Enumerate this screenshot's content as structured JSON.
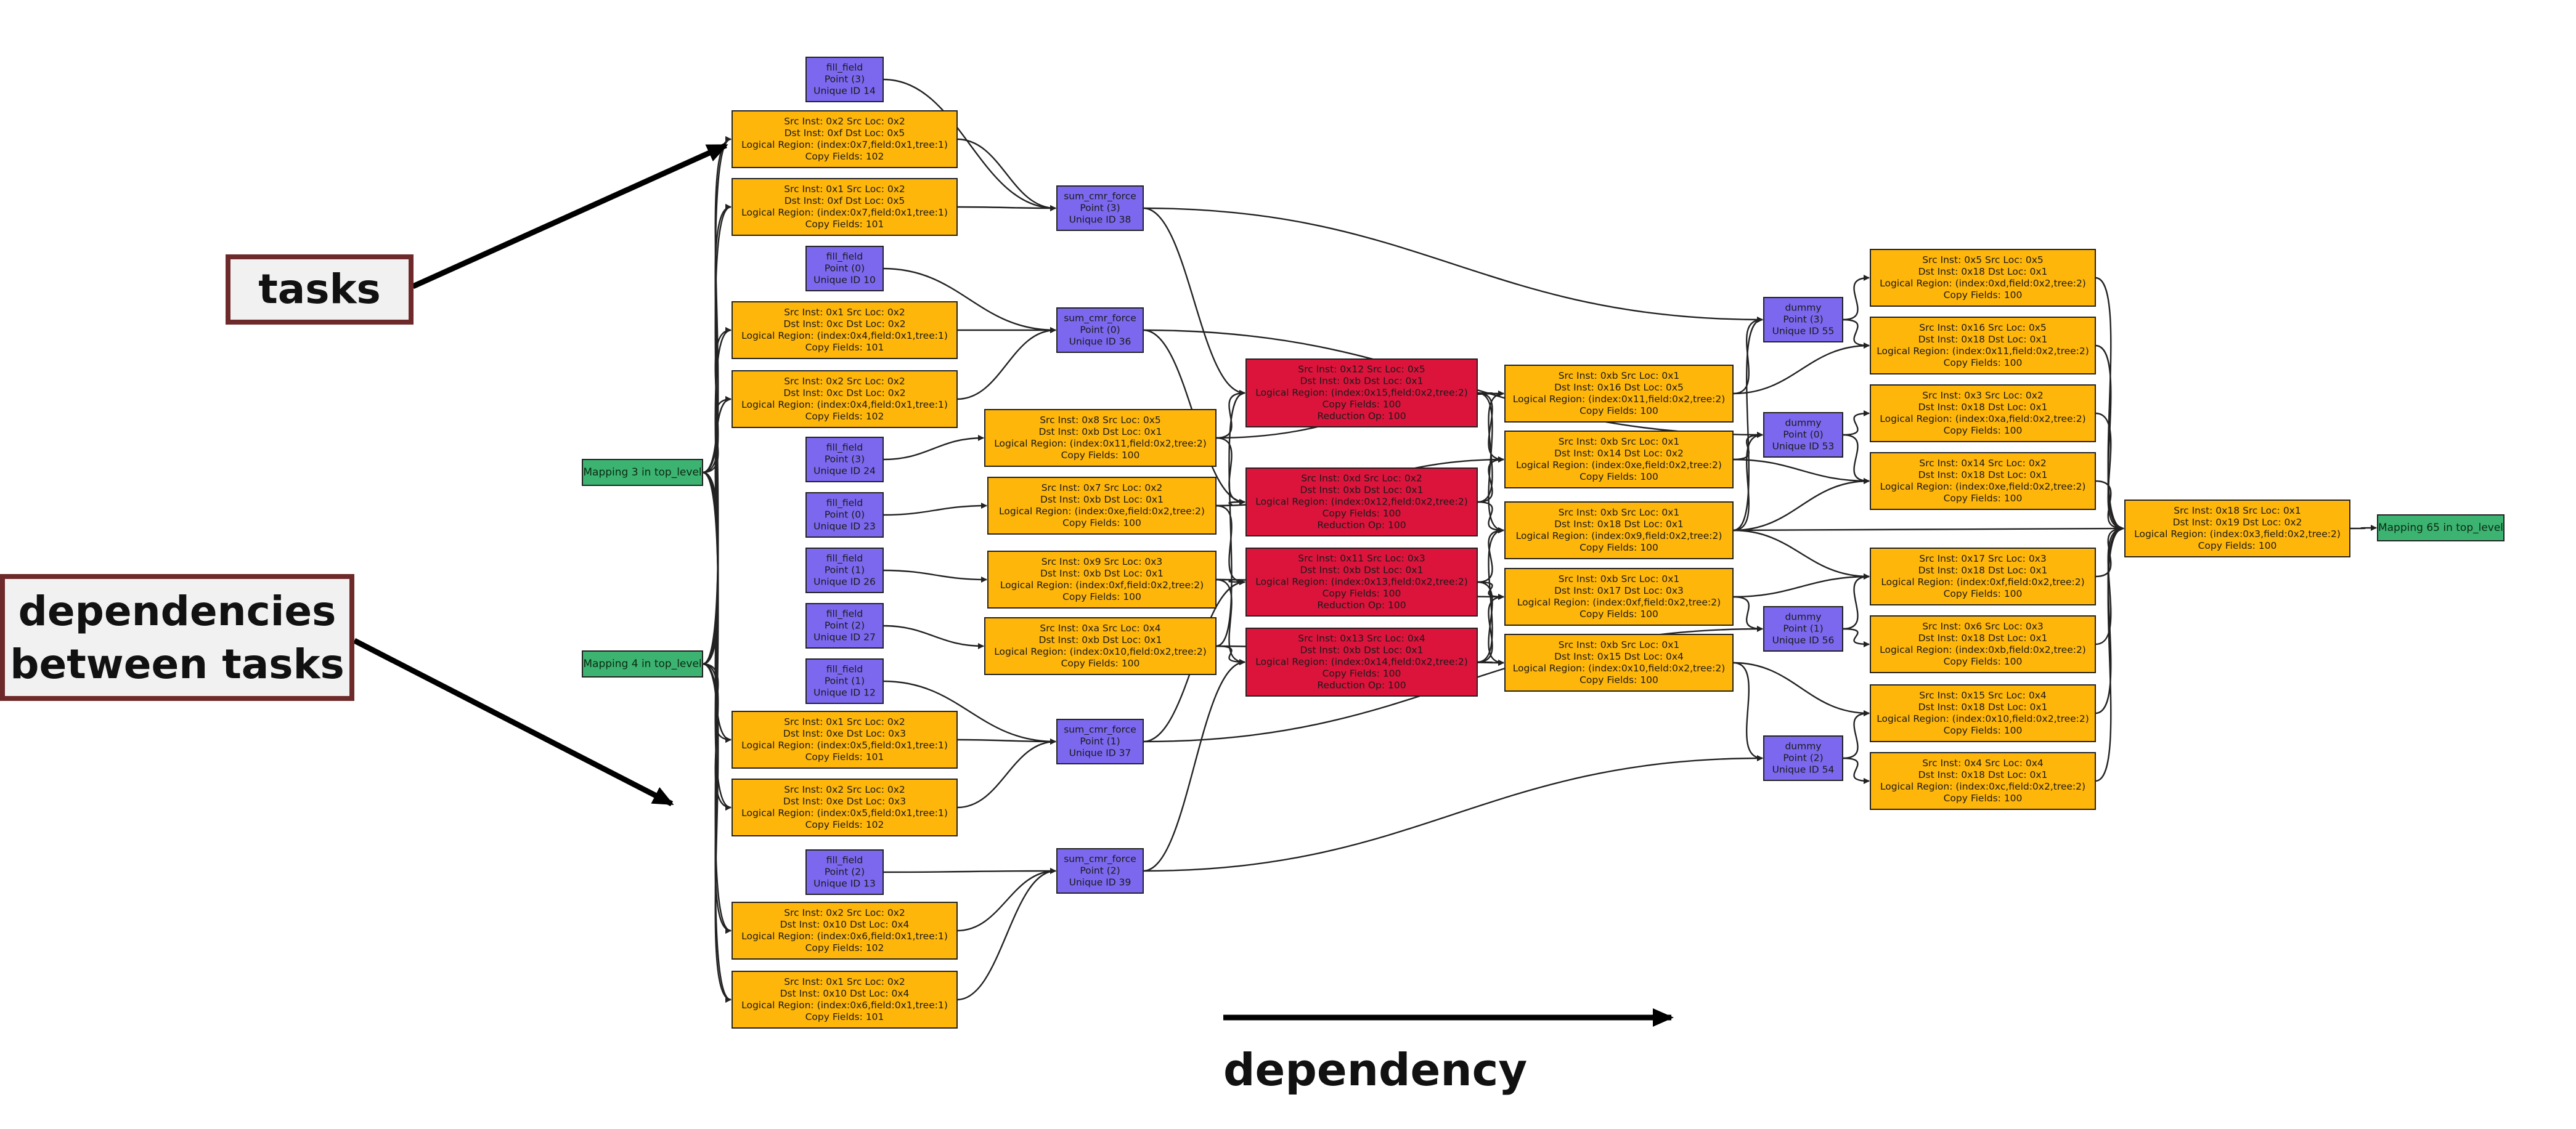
{
  "colors": {
    "task": "#7b68ee",
    "copy": "#ffb60a",
    "reduction": "#dc143c",
    "mapping": "#3cb371",
    "edge": "#222222",
    "callout_border": "#6e2a2a",
    "callout_bg": "#f1f1f1"
  },
  "annotations": {
    "tasks": "tasks",
    "dependencies_line1": "dependencies",
    "dependencies_line2": "between tasks",
    "dependency": "dependency"
  },
  "nodes": [
    {
      "id": "m3",
      "kind": "mapping",
      "lines": [
        "Mapping 3 in top_level"
      ]
    },
    {
      "id": "m4",
      "kind": "mapping",
      "lines": [
        "Mapping 4 in top_level"
      ]
    },
    {
      "id": "m65",
      "kind": "mapping",
      "lines": [
        "Mapping 65 in top_level"
      ]
    },
    {
      "id": "ff14",
      "kind": "task",
      "lines": [
        "fill_field",
        "Point (3)",
        "Unique ID 14"
      ]
    },
    {
      "id": "ff10",
      "kind": "task",
      "lines": [
        "fill_field",
        "Point (0)",
        "Unique ID 10"
      ]
    },
    {
      "id": "ff24",
      "kind": "task",
      "lines": [
        "fill_field",
        "Point (3)",
        "Unique ID 24"
      ]
    },
    {
      "id": "ff23",
      "kind": "task",
      "lines": [
        "fill_field",
        "Point (0)",
        "Unique ID 23"
      ]
    },
    {
      "id": "ff26",
      "kind": "task",
      "lines": [
        "fill_field",
        "Point (1)",
        "Unique ID 26"
      ]
    },
    {
      "id": "ff27",
      "kind": "task",
      "lines": [
        "fill_field",
        "Point (2)",
        "Unique ID 27"
      ]
    },
    {
      "id": "ff12",
      "kind": "task",
      "lines": [
        "fill_field",
        "Point (1)",
        "Unique ID 12"
      ]
    },
    {
      "id": "ff13",
      "kind": "task",
      "lines": [
        "fill_field",
        "Point (2)",
        "Unique ID 13"
      ]
    },
    {
      "id": "c1",
      "kind": "copy",
      "lines": [
        "Src Inst: 0x2 Src Loc: 0x2",
        "Dst Inst: 0xf Dst Loc: 0x5",
        "Logical Region: (index:0x7,field:0x1,tree:1)",
        "Copy Fields: 102"
      ]
    },
    {
      "id": "c2",
      "kind": "copy",
      "lines": [
        "Src Inst: 0x1 Src Loc: 0x2",
        "Dst Inst: 0xf Dst Loc: 0x5",
        "Logical Region: (index:0x7,field:0x1,tree:1)",
        "Copy Fields: 101"
      ]
    },
    {
      "id": "c3",
      "kind": "copy",
      "lines": [
        "Src Inst: 0x1 Src Loc: 0x2",
        "Dst Inst: 0xc Dst Loc: 0x2",
        "Logical Region: (index:0x4,field:0x1,tree:1)",
        "Copy Fields: 101"
      ]
    },
    {
      "id": "c4",
      "kind": "copy",
      "lines": [
        "Src Inst: 0x2 Src Loc: 0x2",
        "Dst Inst: 0xc Dst Loc: 0x2",
        "Logical Region: (index:0x4,field:0x1,tree:1)",
        "Copy Fields: 102"
      ]
    },
    {
      "id": "c5",
      "kind": "copy",
      "lines": [
        "Src Inst: 0x1 Src Loc: 0x2",
        "Dst Inst: 0xe Dst Loc: 0x3",
        "Logical Region: (index:0x5,field:0x1,tree:1)",
        "Copy Fields: 101"
      ]
    },
    {
      "id": "c6",
      "kind": "copy",
      "lines": [
        "Src Inst: 0x2 Src Loc: 0x2",
        "Dst Inst: 0xe Dst Loc: 0x3",
        "Logical Region: (index:0x5,field:0x1,tree:1)",
        "Copy Fields: 102"
      ]
    },
    {
      "id": "c7",
      "kind": "copy",
      "lines": [
        "Src Inst: 0x2 Src Loc: 0x2",
        "Dst Inst: 0x10 Dst Loc: 0x4",
        "Logical Region: (index:0x6,field:0x1,tree:1)",
        "Copy Fields: 102"
      ]
    },
    {
      "id": "c8",
      "kind": "copy",
      "lines": [
        "Src Inst: 0x1 Src Loc: 0x2",
        "Dst Inst: 0x10 Dst Loc: 0x4",
        "Logical Region: (index:0x6,field:0x1,tree:1)",
        "Copy Fields: 101"
      ]
    },
    {
      "id": "s38",
      "kind": "task",
      "lines": [
        "sum_cmr_force",
        "Point (3)",
        "Unique ID 38"
      ]
    },
    {
      "id": "s36",
      "kind": "task",
      "lines": [
        "sum_cmr_force",
        "Point (0)",
        "Unique ID 36"
      ]
    },
    {
      "id": "s37",
      "kind": "task",
      "lines": [
        "sum_cmr_force",
        "Point (1)",
        "Unique ID 37"
      ]
    },
    {
      "id": "s39",
      "kind": "task",
      "lines": [
        "sum_cmr_force",
        "Point (2)",
        "Unique ID 39"
      ]
    },
    {
      "id": "d1",
      "kind": "copy",
      "lines": [
        "Src Inst: 0x8 Src Loc: 0x5",
        "Dst Inst: 0xb Dst Loc: 0x1",
        "Logical Region: (index:0x11,field:0x2,tree:2)",
        "Copy Fields: 100"
      ]
    },
    {
      "id": "d2",
      "kind": "copy",
      "lines": [
        "Src Inst: 0x7 Src Loc: 0x2",
        "Dst Inst: 0xb Dst Loc: 0x1",
        "Logical Region: (index:0xe,field:0x2,tree:2)",
        "Copy Fields: 100"
      ]
    },
    {
      "id": "d3",
      "kind": "copy",
      "lines": [
        "Src Inst: 0x9 Src Loc: 0x3",
        "Dst Inst: 0xb Dst Loc: 0x1",
        "Logical Region: (index:0xf,field:0x2,tree:2)",
        "Copy Fields: 100"
      ]
    },
    {
      "id": "d4",
      "kind": "copy",
      "lines": [
        "Src Inst: 0xa Src Loc: 0x4",
        "Dst Inst: 0xb Dst Loc: 0x1",
        "Logical Region: (index:0x10,field:0x2,tree:2)",
        "Copy Fields: 100"
      ]
    },
    {
      "id": "r1",
      "kind": "reduction",
      "lines": [
        "Src Inst: 0x12 Src Loc: 0x5",
        "Dst Inst: 0xb Dst Loc: 0x1",
        "Logical Region: (index:0x15,field:0x2,tree:2)",
        "Copy Fields: 100",
        "Reduction Op: 100"
      ]
    },
    {
      "id": "r2",
      "kind": "reduction",
      "lines": [
        "Src Inst: 0xd Src Loc: 0x2",
        "Dst Inst: 0xb Dst Loc: 0x1",
        "Logical Region: (index:0x12,field:0x2,tree:2)",
        "Copy Fields: 100",
        "Reduction Op: 100"
      ]
    },
    {
      "id": "r3",
      "kind": "reduction",
      "lines": [
        "Src Inst: 0x11 Src Loc: 0x3",
        "Dst Inst: 0xb Dst Loc: 0x1",
        "Logical Region: (index:0x13,field:0x2,tree:2)",
        "Copy Fields: 100",
        "Reduction Op: 100"
      ]
    },
    {
      "id": "r4",
      "kind": "reduction",
      "lines": [
        "Src Inst: 0x13 Src Loc: 0x4",
        "Dst Inst: 0xb Dst Loc: 0x1",
        "Logical Region: (index:0x14,field:0x2,tree:2)",
        "Copy Fields: 100",
        "Reduction Op: 100"
      ]
    },
    {
      "id": "e1",
      "kind": "copy",
      "lines": [
        "Src Inst: 0xb Src Loc: 0x1",
        "Dst Inst: 0x16 Dst Loc: 0x5",
        "Logical Region: (index:0x11,field:0x2,tree:2)",
        "Copy Fields: 100"
      ]
    },
    {
      "id": "e2",
      "kind": "copy",
      "lines": [
        "Src Inst: 0xb Src Loc: 0x1",
        "Dst Inst: 0x14 Dst Loc: 0x2",
        "Logical Region: (index:0xe,field:0x2,tree:2)",
        "Copy Fields: 100"
      ]
    },
    {
      "id": "e3",
      "kind": "copy",
      "lines": [
        "Src Inst: 0xb Src Loc: 0x1",
        "Dst Inst: 0x18 Dst Loc: 0x1",
        "Logical Region: (index:0x9,field:0x2,tree:2)",
        "Copy Fields: 100"
      ]
    },
    {
      "id": "e4",
      "kind": "copy",
      "lines": [
        "Src Inst: 0xb Src Loc: 0x1",
        "Dst Inst: 0x17 Dst Loc: 0x3",
        "Logical Region: (index:0xf,field:0x2,tree:2)",
        "Copy Fields: 100"
      ]
    },
    {
      "id": "e5",
      "kind": "copy",
      "lines": [
        "Src Inst: 0xb Src Loc: 0x1",
        "Dst Inst: 0x15 Dst Loc: 0x4",
        "Logical Region: (index:0x10,field:0x2,tree:2)",
        "Copy Fields: 100"
      ]
    },
    {
      "id": "du55",
      "kind": "task",
      "lines": [
        "dummy",
        "Point (3)",
        "Unique ID 55"
      ]
    },
    {
      "id": "du53",
      "kind": "task",
      "lines": [
        "dummy",
        "Point (0)",
        "Unique ID 53"
      ]
    },
    {
      "id": "du56",
      "kind": "task",
      "lines": [
        "dummy",
        "Point (1)",
        "Unique ID 56"
      ]
    },
    {
      "id": "du54",
      "kind": "task",
      "lines": [
        "dummy",
        "Point (2)",
        "Unique ID 54"
      ]
    },
    {
      "id": "g1",
      "kind": "copy",
      "lines": [
        "Src Inst: 0x5 Src Loc: 0x5",
        "Dst Inst: 0x18 Dst Loc: 0x1",
        "Logical Region: (index:0xd,field:0x2,tree:2)",
        "Copy Fields: 100"
      ]
    },
    {
      "id": "g2",
      "kind": "copy",
      "lines": [
        "Src Inst: 0x16 Src Loc: 0x5",
        "Dst Inst: 0x18 Dst Loc: 0x1",
        "Logical Region: (index:0x11,field:0x2,tree:2)",
        "Copy Fields: 100"
      ]
    },
    {
      "id": "g3",
      "kind": "copy",
      "lines": [
        "Src Inst: 0x3 Src Loc: 0x2",
        "Dst Inst: 0x18 Dst Loc: 0x1",
        "Logical Region: (index:0xa,field:0x2,tree:2)",
        "Copy Fields: 100"
      ]
    },
    {
      "id": "g4",
      "kind": "copy",
      "lines": [
        "Src Inst: 0x14 Src Loc: 0x2",
        "Dst Inst: 0x18 Dst Loc: 0x1",
        "Logical Region: (index:0xe,field:0x2,tree:2)",
        "Copy Fields: 100"
      ]
    },
    {
      "id": "g5",
      "kind": "copy",
      "lines": [
        "Src Inst: 0x17 Src Loc: 0x3",
        "Dst Inst: 0x18 Dst Loc: 0x1",
        "Logical Region: (index:0xf,field:0x2,tree:2)",
        "Copy Fields: 100"
      ]
    },
    {
      "id": "g6",
      "kind": "copy",
      "lines": [
        "Src Inst: 0x6 Src Loc: 0x3",
        "Dst Inst: 0x18 Dst Loc: 0x1",
        "Logical Region: (index:0xb,field:0x2,tree:2)",
        "Copy Fields: 100"
      ]
    },
    {
      "id": "g7",
      "kind": "copy",
      "lines": [
        "Src Inst: 0x15 Src Loc: 0x4",
        "Dst Inst: 0x18 Dst Loc: 0x1",
        "Logical Region: (index:0x10,field:0x2,tree:2)",
        "Copy Fields: 100"
      ]
    },
    {
      "id": "g8",
      "kind": "copy",
      "lines": [
        "Src Inst: 0x4 Src Loc: 0x4",
        "Dst Inst: 0x18 Dst Loc: 0x1",
        "Logical Region: (index:0xc,field:0x2,tree:2)",
        "Copy Fields: 100"
      ]
    },
    {
      "id": "f1",
      "kind": "copy",
      "lines": [
        "Src Inst: 0x18 Src Loc: 0x1",
        "Dst Inst: 0x19 Dst Loc: 0x2",
        "Logical Region: (index:0x3,field:0x2,tree:2)",
        "Copy Fields: 100"
      ]
    }
  ],
  "edges": [
    [
      "m3",
      "c1"
    ],
    [
      "m3",
      "c2"
    ],
    [
      "m3",
      "c3"
    ],
    [
      "m3",
      "c4"
    ],
    [
      "m3",
      "c5"
    ],
    [
      "m3",
      "c6"
    ],
    [
      "m3",
      "c7"
    ],
    [
      "m3",
      "c8"
    ],
    [
      "m4",
      "c1"
    ],
    [
      "m4",
      "c2"
    ],
    [
      "m4",
      "c3"
    ],
    [
      "m4",
      "c4"
    ],
    [
      "m4",
      "c5"
    ],
    [
      "m4",
      "c6"
    ],
    [
      "m4",
      "c7"
    ],
    [
      "m4",
      "c8"
    ],
    [
      "ff14",
      "s38"
    ],
    [
      "c1",
      "s38"
    ],
    [
      "c2",
      "s38"
    ],
    [
      "ff10",
      "s36"
    ],
    [
      "c3",
      "s36"
    ],
    [
      "c4",
      "s36"
    ],
    [
      "ff12",
      "s37"
    ],
    [
      "c5",
      "s37"
    ],
    [
      "c6",
      "s37"
    ],
    [
      "ff13",
      "s39"
    ],
    [
      "c7",
      "s39"
    ],
    [
      "c8",
      "s39"
    ],
    [
      "ff24",
      "d1"
    ],
    [
      "ff23",
      "d2"
    ],
    [
      "ff26",
      "d3"
    ],
    [
      "ff27",
      "d4"
    ],
    [
      "s38",
      "r1"
    ],
    [
      "s36",
      "r2"
    ],
    [
      "s37",
      "r3"
    ],
    [
      "s39",
      "r4"
    ],
    [
      "d1",
      "r1"
    ],
    [
      "d1",
      "r2"
    ],
    [
      "d2",
      "r2"
    ],
    [
      "d2",
      "r3"
    ],
    [
      "d3",
      "r3"
    ],
    [
      "d3",
      "r4"
    ],
    [
      "d4",
      "r4"
    ],
    [
      "d4",
      "r1"
    ],
    [
      "d1",
      "e1"
    ],
    [
      "d2",
      "e2"
    ],
    [
      "d3",
      "e4"
    ],
    [
      "d4",
      "e5"
    ],
    [
      "r1",
      "e1"
    ],
    [
      "r1",
      "e2"
    ],
    [
      "r2",
      "e2"
    ],
    [
      "r2",
      "e3"
    ],
    [
      "r3",
      "e3"
    ],
    [
      "r3",
      "e4"
    ],
    [
      "r4",
      "e4"
    ],
    [
      "r4",
      "e5"
    ],
    [
      "r1",
      "e3"
    ],
    [
      "r2",
      "e1"
    ],
    [
      "r3",
      "e5"
    ],
    [
      "r4",
      "e3"
    ],
    [
      "s38",
      "du55"
    ],
    [
      "s36",
      "du53"
    ],
    [
      "s37",
      "du56"
    ],
    [
      "s39",
      "du54"
    ],
    [
      "e1",
      "du55"
    ],
    [
      "e2",
      "du53"
    ],
    [
      "e4",
      "du56"
    ],
    [
      "e5",
      "du54"
    ],
    [
      "e3",
      "du55"
    ],
    [
      "e3",
      "du53"
    ],
    [
      "du55",
      "g1"
    ],
    [
      "du55",
      "g2"
    ],
    [
      "du53",
      "g3"
    ],
    [
      "du53",
      "g4"
    ],
    [
      "du56",
      "g5"
    ],
    [
      "du56",
      "g6"
    ],
    [
      "du54",
      "g7"
    ],
    [
      "du54",
      "g8"
    ],
    [
      "e1",
      "g2"
    ],
    [
      "e2",
      "g4"
    ],
    [
      "e3",
      "g4"
    ],
    [
      "e3",
      "g5"
    ],
    [
      "e4",
      "g5"
    ],
    [
      "e5",
      "g7"
    ],
    [
      "g1",
      "f1"
    ],
    [
      "g2",
      "f1"
    ],
    [
      "g3",
      "f1"
    ],
    [
      "g4",
      "f1"
    ],
    [
      "g5",
      "f1"
    ],
    [
      "g6",
      "f1"
    ],
    [
      "g7",
      "f1"
    ],
    [
      "g8",
      "f1"
    ],
    [
      "e3",
      "f1"
    ],
    [
      "f1",
      "m65"
    ]
  ]
}
